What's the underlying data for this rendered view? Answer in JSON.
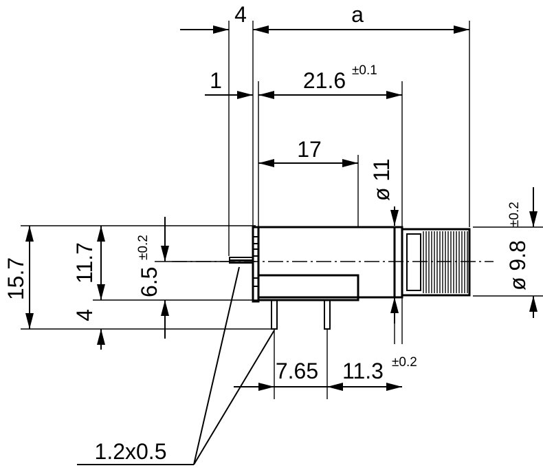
{
  "dimensions": {
    "pin_width": "4",
    "overall_length": "a",
    "flange": "1",
    "body_length": "21.6",
    "body_length_tol": "±0.1",
    "sleeve_length": "17",
    "body_diameter": "ø 11",
    "height_total": "15.7",
    "height_body": "11.7",
    "height_pins": "4",
    "axis_height": "6.5",
    "axis_height_tol": "±0.2",
    "knob_diameter": "ø 9.8",
    "knob_diameter_tol": "±0.2",
    "pin_spacing": "7.65",
    "pin_offset": "11.3",
    "pin_offset_tol": "±0.2",
    "pin_section": "1.2x0.5"
  }
}
